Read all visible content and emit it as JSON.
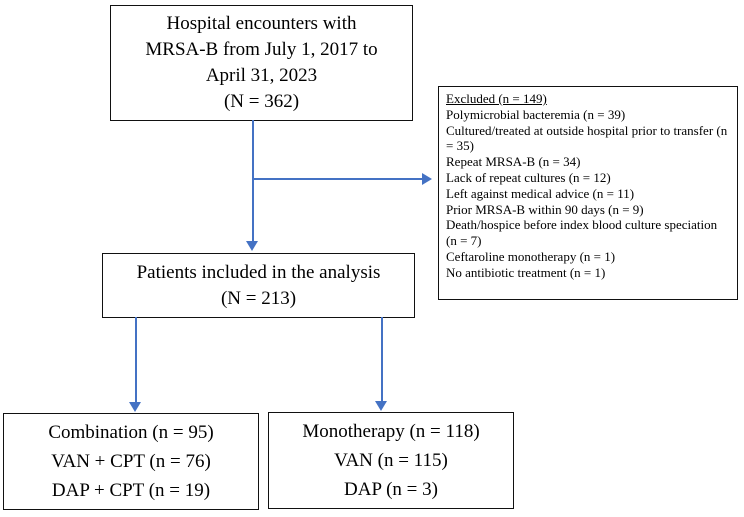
{
  "diagram": {
    "type": "patient-flow-chart",
    "arrow_color": "#4472C4",
    "border_color": "#111111",
    "boxes": {
      "top": {
        "lines": [
          "Hospital encounters with",
          "MRSA-B from July 1, 2017 to",
          "April 31, 2023",
          "(N = 362)"
        ]
      },
      "excluded": {
        "title": "Excluded (n = 149)",
        "items": [
          "Polymicrobial bacteremia (n = 39)",
          "Cultured/treated at outside hospital prior to transfer (n = 35)",
          "Repeat MRSA-B (n = 34)",
          "Lack of repeat cultures (n = 12)",
          "Left against medical advice (n = 11)",
          "Prior MRSA-B within 90 days (n = 9)",
          "Death/hospice before index blood culture speciation (n = 7)",
          "Ceftaroline monotherapy (n = 1)",
          "No antibiotic treatment (n = 1)"
        ]
      },
      "included": {
        "lines": [
          "Patients included in the analysis",
          "(N = 213)"
        ]
      },
      "combination": {
        "lines": [
          "Combination (n = 95)",
          "VAN + CPT (n = 76)",
          "DAP + CPT (n = 19)"
        ]
      },
      "monotherapy": {
        "lines": [
          "Monotherapy (n = 118)",
          "VAN (n = 115)",
          "DAP (n = 3)"
        ]
      }
    }
  }
}
